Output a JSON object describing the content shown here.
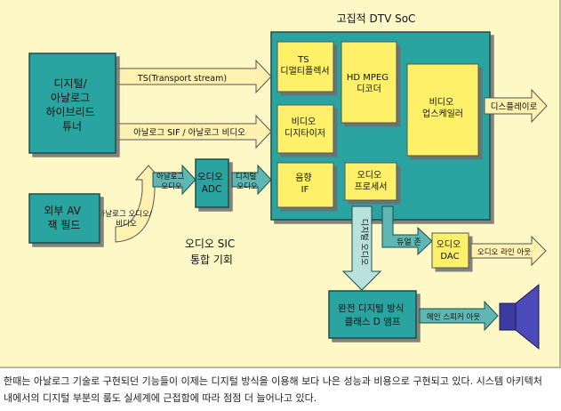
{
  "diagram": {
    "soc_title": "고집적 DTV SoC",
    "tuner": [
      "디지털/",
      "아날로그",
      "하이브리드",
      "튜너"
    ],
    "av_jack": [
      "외부 AV",
      "잭 필드"
    ],
    "ts_stream": "TS(Transport stream)",
    "analog_sif": "아날로그 SIF / 아날로그 비디오",
    "analog_audio_in": [
      "아날로그",
      "오디오"
    ],
    "analog_audio_video": [
      "아날로그 오디오/",
      "비디오"
    ],
    "audio_adc": [
      "오디오",
      "ADC"
    ],
    "digital_audio": [
      "디지털",
      "오디오"
    ],
    "ts_demux": [
      "TS",
      "디멀티플렉서"
    ],
    "hd_mpeg": [
      "HD MPEG",
      "디코더"
    ],
    "video_scaler": [
      "비디오",
      "업스케일러"
    ],
    "display": "디스플레이로",
    "video_digitizer": [
      "비디오",
      "디지타이저"
    ],
    "sound_if": [
      "음향",
      "IF"
    ],
    "audio_processor": [
      "오디오",
      "프로세서"
    ],
    "audio_sic": [
      "오디오 SIC",
      "통합 기회"
    ],
    "digital_audio_vertical": "디지털 오디오",
    "dual_zone": "듀얼 존",
    "audio_dac": [
      "오디오",
      "DAC"
    ],
    "audio_line_out": "오디오 라인 아웃",
    "class_d_amp": [
      "완전 디지털 방식",
      "클래스 D 앰프"
    ],
    "main_speaker_out": "메인 스피커 아웃"
  },
  "caption": [
    "한때는 아날로그 기술로 구현되던 기능들이 이제는 디지털 방식을 이용해 보다 나은 성능과 비용으로 구현되고 있다. 시스템 아키텍처",
    "내에서의 디지털 부분의 룸도 실세계에 근접함에 따라 점점 더 늘어나고 있다."
  ],
  "colors": {
    "background": "#fdf8c6",
    "teal_box": "#2aa4a0",
    "yellow_box": "#fff06a",
    "arrow_fill": "#fff2b0",
    "teal_arrow": "#5fb7b3"
  }
}
